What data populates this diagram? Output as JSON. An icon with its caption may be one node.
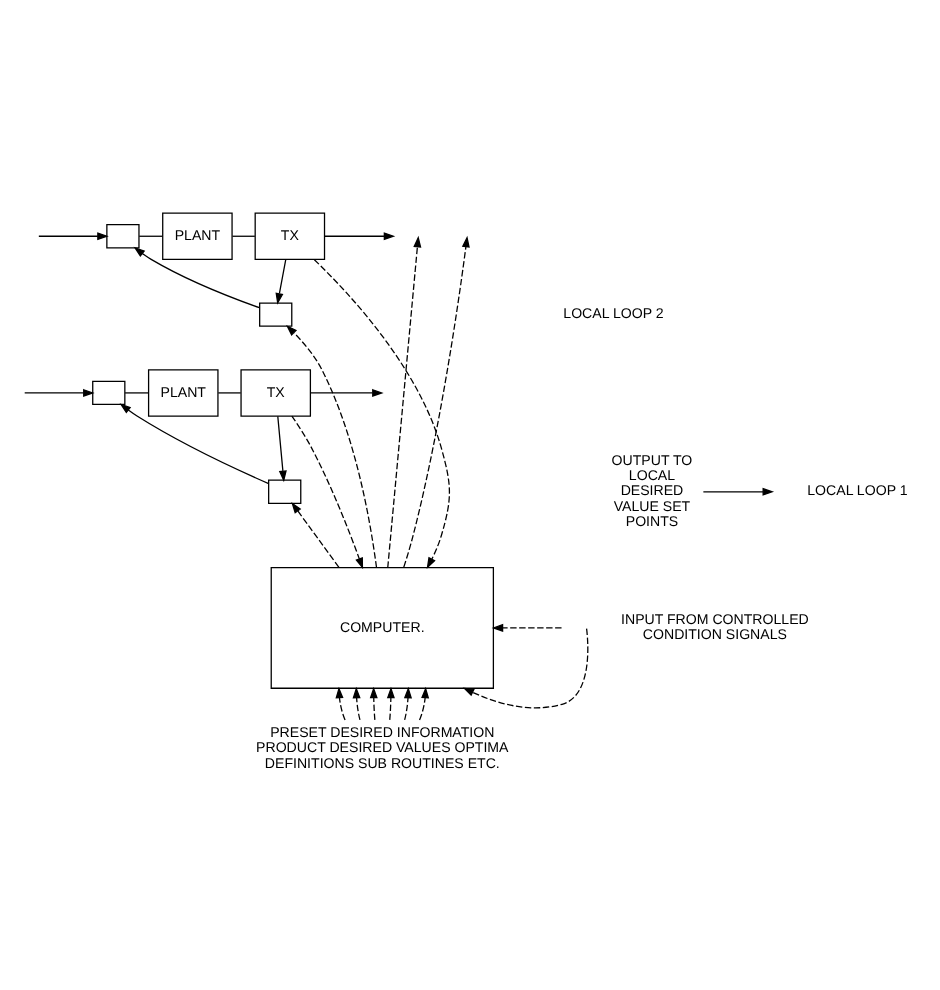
{
  "diagram": {
    "nodes": [
      {
        "text": [
          "COMPUTER."
        ]
      },
      {
        "text": [],
        "shape": "box"
      },
      {
        "text": [
          "PLANT"
        ]
      },
      {
        "text": [
          "TX"
        ]
      },
      {
        "text": [],
        "shape": "box"
      },
      {
        "text": [],
        "shape": "box"
      },
      {
        "text": [
          "PLANT"
        ]
      },
      {
        "text": [
          "TX"
        ]
      },
      {
        "text": [],
        "shape": "box"
      },
      {
        "text": [
          "OUTPUT TO LOCAL DESIRED VALUE SET POINTS"
        ]
      },
      {
        "text": [
          "PRESET DESIRED INFORMATION PRODUCT DESIRED VALUES OPTIMA DEFINITIONS SUB ROUTINES ETC."
        ]
      }
    ],
    "edges": [
      {
        "from": null,
        "to": 1,
        "arrow": "to"
      },
      {
        "from": 1,
        "to": 2,
        "arrow": "none"
      },
      {
        "from": 2,
        "to": 3,
        "arrow": "none"
      },
      {
        "from": 3,
        "to": null,
        "arrow": "to"
      },
      {
        "from": 3,
        "to": 4,
        "arrow": "to"
      },
      {
        "from": 4,
        "to": 1,
        "arrow": "to"
      },
      {
        "from": null,
        "to": 5,
        "arrow": "to"
      },
      {
        "from": 5,
        "to": 6,
        "arrow": "none"
      },
      {
        "from": 6,
        "to": 7,
        "arrow": "none"
      },
      {
        "from": 7,
        "to": null,
        "arrow": "to"
      },
      {
        "from": 7,
        "to": 8,
        "arrow": "to"
      },
      {
        "from": 8,
        "to": 5,
        "arrow": "to"
      },
      {
        "from": 0,
        "to": null,
        "arrow": "to",
        "style": "dashed"
      },
      {
        "from": 0,
        "to": null,
        "arrow": "to",
        "style": "dashed"
      },
      {
        "from": 0,
        "to": 4,
        "arrow": "to",
        "style": "dashed"
      },
      {
        "from": 0,
        "to": 8,
        "arrow": "to",
        "style": "dashed"
      },
      {
        "from": 9,
        "to": null,
        "arrow": "to"
      },
      {
        "from": 7,
        "to": 0,
        "arrow": "to",
        "style": "dashed"
      },
      {
        "from": 3,
        "to": 0,
        "arrow": "to",
        "style": "dashed"
      },
      {
        "from": null,
        "to": 0,
        "arrow": "to",
        "style": "dashed"
      },
      {
        "from": null,
        "to": 0,
        "arrow": "to",
        "style": "dashed"
      },
      {
        "from": 10,
        "to": 0,
        "arrow": "to",
        "style": "dashed"
      },
      {
        "from": 10,
        "to": 0,
        "arrow": "to",
        "style": "dashed"
      },
      {
        "from": 10,
        "to": 0,
        "arrow": "to",
        "style": "dashed"
      },
      {
        "from": 10,
        "to": 0,
        "arrow": "to",
        "style": "dashed"
      },
      {
        "from": 10,
        "to": 0,
        "arrow": "to",
        "style": "dashed"
      },
      {
        "from": 10,
        "to": 0,
        "arrow": "to",
        "style": "dashed"
      }
    ],
    "labels": [
      "LOCAL LOOP 2",
      "LOCAL LOOP 1",
      "INPUT FROM CONTROLLED CONDITION SIGNALS"
    ]
  }
}
